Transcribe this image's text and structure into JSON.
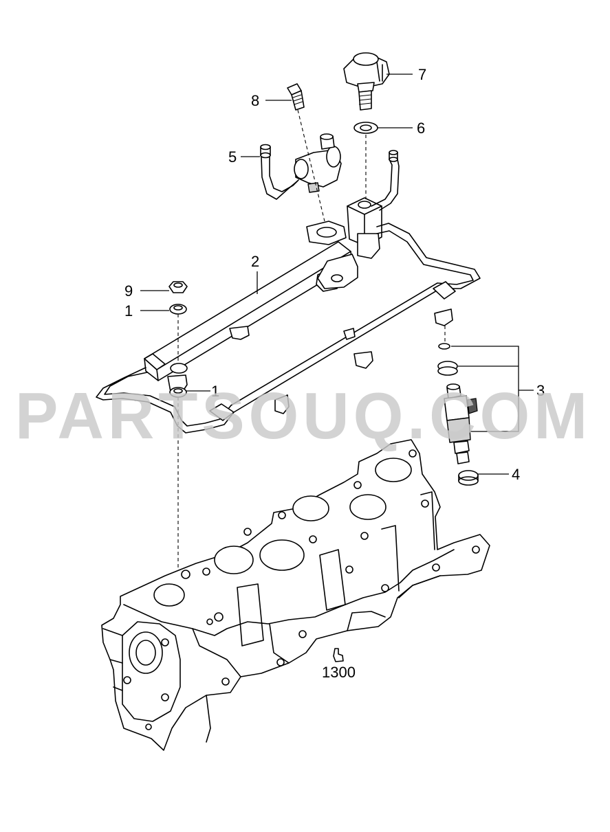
{
  "watermark": "PARTSOUQ.COM",
  "callouts": {
    "c1a": "1",
    "c1b": "1",
    "c2": "2",
    "c3": "3",
    "c4": "4",
    "c5": "5",
    "c6": "6",
    "c7": "7",
    "c8": "8",
    "c9": "9",
    "c1300": "1300"
  },
  "parts": {
    "p1": "washer",
    "p2": "fuel-rail",
    "p3": "injector-assembly",
    "p4": "injector-lower-insulator",
    "p5": "pressure-regulator-pipe",
    "p6": "sealing-washer",
    "p7": "pulsation-damper",
    "p8": "bolt",
    "p9": "nut",
    "p1300": "intake-manifold-reference"
  }
}
